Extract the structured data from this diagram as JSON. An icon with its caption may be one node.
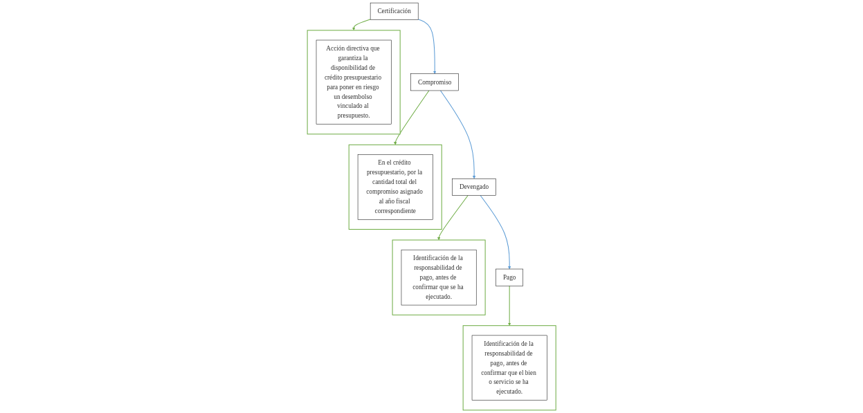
{
  "diagram": {
    "nodes": [
      {
        "text": [
          "Certificación"
        ]
      },
      {
        "text": [
          "Compromiso"
        ]
      },
      {
        "text": [
          "Devengado"
        ]
      },
      {
        "text": [
          "Pago"
        ]
      },
      {
        "text": [],
        "shape": "box"
      },
      {
        "text": [
          "Acción directiva que garantiza la disponibilidad de crédito presupuestario para poner en riesgo un desembolso vinculado al presupuesto."
        ],
        "in": 4
      },
      {
        "text": [],
        "shape": "box"
      },
      {
        "text": [
          "En el crédito presupuestario, por la cantidad total del compromiso asignado al año fiscal correspondiente"
        ],
        "in": 6
      },
      {
        "text": [],
        "shape": "box"
      },
      {
        "text": [
          "Identificación de la responsabilidad de pago, antes de confirmar que se ha ejecutado."
        ],
        "in": 8
      },
      {
        "text": [],
        "shape": "box"
      },
      {
        "text": [
          "Identificación de la responsabilidad de pago, antes de confirmar que el bien o servicio se ha ejecutado."
        ],
        "in": 10
      }
    ],
    "edges": [
      {
        "from": 0,
        "to": 1,
        "arrow": "to",
        "color": "#5b9bd5"
      },
      {
        "from": 1,
        "to": 2,
        "arrow": "to",
        "color": "#5b9bd5"
      },
      {
        "from": 2,
        "to": 3,
        "arrow": "to",
        "color": "#5b9bd5"
      },
      {
        "from": 0,
        "to": 4,
        "arrow": "to"
      },
      {
        "from": 1,
        "to": 6,
        "arrow": "to"
      },
      {
        "from": 2,
        "to": 8,
        "arrow": "to"
      },
      {
        "from": 3,
        "to": 10,
        "arrow": "to"
      }
    ]
  }
}
